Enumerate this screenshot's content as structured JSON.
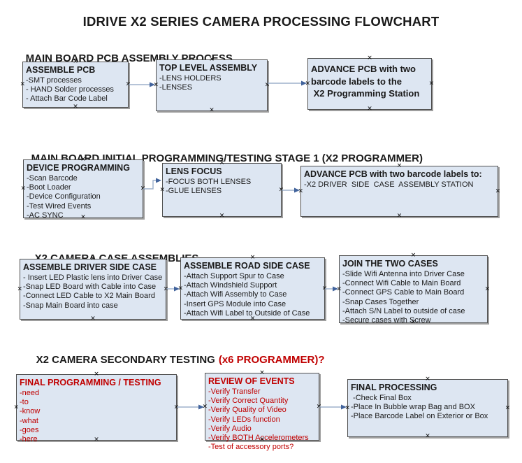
{
  "page_title": "IDRIVE X2  SERIES CAMERA PROCESSING FLOWCHART",
  "connector_handle_glyph": "×",
  "colors": {
    "background": "#ffffff",
    "box_fill": "#dde6f2",
    "box_border": "#4f4f4f",
    "box_shadow": "#9e9e9e",
    "arrow_line": "#9db1cc",
    "arrow_head": "#41639c",
    "text_black": "#1a1a1a",
    "text_red": "#c00000"
  },
  "sections": [
    {
      "heading": "MAIN BOARD PCB ASSEMBLY PROCESS",
      "boxes": [
        {
          "title": "ASSEMBLE PCB",
          "lines": [
            "-SMT processes",
            "- HAND Solder processes",
            "- Attach Bar Code Label"
          ]
        },
        {
          "title": "TOP LEVEL ASSEMBLY",
          "lines": [
            "-LENS HOLDERS",
            "-LENSES"
          ]
        },
        {
          "title": "",
          "lines": [
            "ADVANCE PCB with two",
            "barcode labels to the",
            " X2 Programming Station"
          ]
        }
      ]
    },
    {
      "heading": "MAIN BOARD INITIAL PROGRAMMING/TESTING STAGE 1 (X2 PROGRAMMER)",
      "boxes": [
        {
          "title": "DEVICE PROGRAMMING",
          "lines": [
            "-Scan Barcode",
            "-Boot Loader",
            "-Device Configuration",
            "-Test Wired Events",
            "-AC SYNC"
          ]
        },
        {
          "title": "LENS FOCUS",
          "lines": [
            "-FOCUS BOTH LENSES",
            "-GLUE LENSES"
          ]
        },
        {
          "title": "ADVANCE PCB with two barcode labels to:",
          "lines": [
            "-X2 DRIVER  SIDE  CASE  ASSEMBLY STATION"
          ]
        }
      ]
    },
    {
      "heading": "X2 CAMERA CASE ASSEMBLIES",
      "boxes": [
        {
          "title": "ASSEMBLE DRIVER SIDE CASE",
          "lines": [
            "- Insert LED Plastic lens into Driver Case",
            "-Snap LED Board with Cable into Case",
            "-Connect LED Cable to X2 Main Board",
            "-Snap Main Board into case"
          ]
        },
        {
          "title": "ASSEMBLE ROAD SIDE CASE",
          "lines": [
            "-Attach Support Spur to Case",
            "-Attach Windshield Support",
            "-Attach Wifi Assembly to Case",
            "-Insert GPS Module into Case",
            "-Attach Wifi Label to Outside of Case"
          ]
        },
        {
          "title": "JOIN THE TWO CASES",
          "lines": [
            "-Slide Wifi Antenna into Driver Case",
            "-Connect Wifi Cable to Main Board",
            "-Connect GPS Cable to Main Board",
            "-Snap Cases Together",
            "-Attach S/N Label to outside of case",
            "-Secure cases with Screw"
          ]
        }
      ]
    },
    {
      "heading": "X2 CAMERA SECONDARY TESTING",
      "heading_accent": "(x6 PROGRAMMER)?",
      "boxes": [
        {
          "title": "FINAL PROGRAMMING / TESTING",
          "lines": [
            "-need",
            "-to",
            "-know",
            "-what",
            "-goes",
            "-here"
          ]
        },
        {
          "title": "REVIEW OF EVENTS",
          "lines": [
            "-Verify Transfer",
            "-Verify Correct Quantity",
            "-Verify Quality of Video",
            "-Verify LEDs function",
            "-Verify Audio",
            "-Verify BOTH Accelerometers",
            "-Test of accessory ports?"
          ]
        },
        {
          "title": "FINAL PROCESSING",
          "lines": [
            " -Check Final Box",
            "-Place In Bubble wrap Bag and BOX",
            "-Place Barcode Label on Exterior or Box"
          ]
        }
      ]
    }
  ]
}
